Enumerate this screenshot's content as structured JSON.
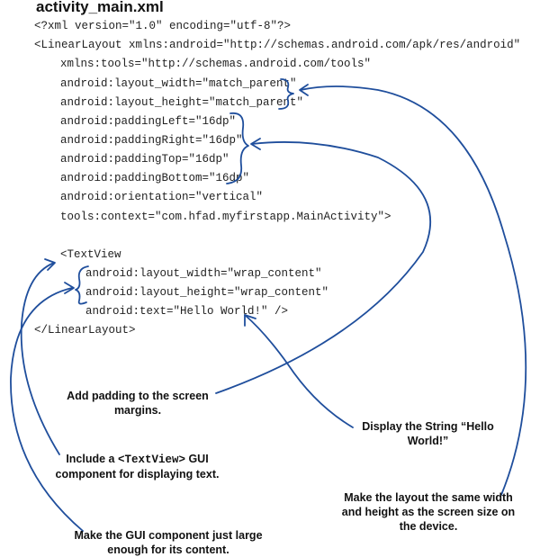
{
  "title": "activity_main.xml",
  "code_lines": [
    "<?xml version=\"1.0\" encoding=\"utf-8\"?>",
    "<LinearLayout xmlns:android=\"http://schemas.android.com/apk/res/android\"",
    "xmlns:tools=\"http://schemas.android.com/tools\"",
    "android:layout_width=\"match_parent\"",
    "android:layout_height=\"match_parent\"",
    "android:paddingLeft=\"16dp\"",
    "android:paddingRight=\"16dp\"",
    "android:paddingTop=\"16dp\"",
    "android:paddingBottom=\"16dp\"",
    "android:orientation=\"vertical\"",
    "tools:context=\"com.hfad.myfirstapp.MainActivity\">",
    "<TextView",
    "android:layout_width=\"wrap_content\"",
    "android:layout_height=\"wrap_content\"",
    "android:text=\"Hello World!\" />",
    "</LinearLayout>"
  ],
  "annotations": {
    "padding": "Add padding to the screen margins.",
    "textview_pre": "Include a ",
    "textview_tag": "<TextView>",
    "textview_post": " GUI component for displaying text.",
    "wrap": "Make the GUI component just large enough for its content.",
    "hello": "Display the String “Hello World!”",
    "match": "Make the layout the same width and height as the screen size on the device."
  },
  "colors": {
    "arrow": "#1f4e9c",
    "text": "#111111"
  }
}
